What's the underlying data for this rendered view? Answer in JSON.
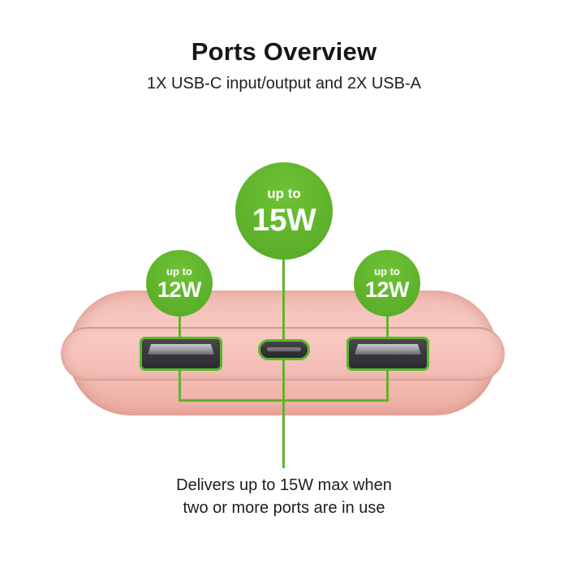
{
  "header": {
    "title": "Ports Overview",
    "subtitle": "1X USB-C input/output and 2X USB-A"
  },
  "callouts": {
    "center": {
      "prefix": "up to",
      "value": "15W"
    },
    "left": {
      "prefix": "up to",
      "value": "12W"
    },
    "right": {
      "prefix": "up to",
      "value": "12W"
    }
  },
  "footnote": {
    "lines": [
      "Delivers up to 15W max when",
      "two or more ports are in use"
    ]
  },
  "graphic": {
    "device": "pink power bank edge view with ports",
    "ports": [
      "usb-a-left",
      "usb-c-center",
      "usb-a-right"
    ]
  },
  "colors": {
    "background": "#ffffff",
    "accent_green": "#60b42c",
    "body_pink": "#f5c2ba",
    "seam_pink": "#d6978f",
    "port_dark": "#39393d",
    "port_metal": "#9a9a9e",
    "text": "#1c1c1e"
  }
}
